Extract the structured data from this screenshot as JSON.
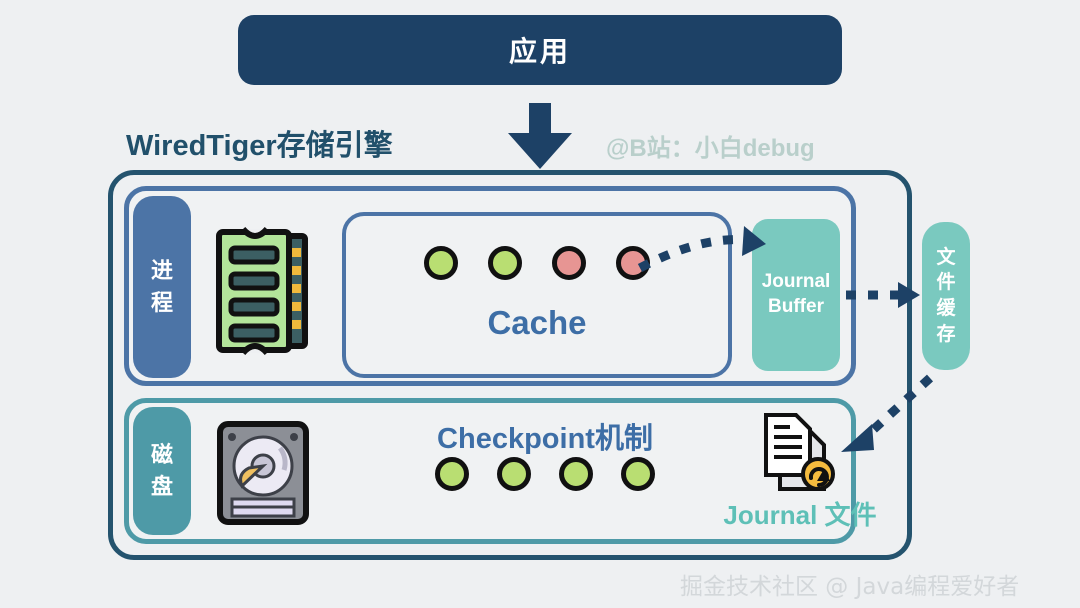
{
  "diagram": {
    "application": {
      "label": "应用",
      "bg": "#1d4166",
      "text_color": "#ffffff"
    },
    "flow_arrow": {
      "name": "application-to-engine-arrow",
      "color": "#1d4166",
      "direction": "down"
    },
    "engine": {
      "title": "WiredTiger存储引擎",
      "title_color": "#21506b",
      "border_color": "#24536e"
    },
    "credit": {
      "text": "@B站：小白debug",
      "color": "#b9cfcb"
    },
    "process_row": {
      "side_label_lines": [
        "进",
        "程"
      ],
      "side_label_text": "进程",
      "accent": "#4c74a6",
      "ram_icon": "ram-memory-icon",
      "cache": {
        "label": "Cache",
        "label_color": "#3d6ea6",
        "border_color": "#4c74a6",
        "dots": [
          {
            "state": "clean",
            "color": "#b9de72"
          },
          {
            "state": "clean",
            "color": "#b9de72"
          },
          {
            "state": "dirty",
            "color": "#e79593"
          },
          {
            "state": "dirty",
            "color": "#e79593"
          }
        ]
      },
      "journal_buffer": {
        "line1": "Journal",
        "line2": "Buffer",
        "bg": "#7ac9bf",
        "text_color": "#ffffff"
      }
    },
    "file_cache": {
      "label_lines": [
        "文",
        "件",
        "缓",
        "存"
      ],
      "label_text": "文件缓存",
      "bg": "#7ac9bf",
      "text_color": "#ffffff"
    },
    "disk_row": {
      "side_label_lines": [
        "磁",
        "盘"
      ],
      "side_label_text": "磁盘",
      "accent": "#4e9aa7",
      "hdd_icon": "hard-disk-icon",
      "checkpoint": {
        "label": "Checkpoint机制",
        "label_color": "#3d6ea6",
        "dots": [
          {
            "state": "persisted",
            "color": "#b9de72"
          },
          {
            "state": "persisted",
            "color": "#b9de72"
          },
          {
            "state": "persisted",
            "color": "#b9de72"
          },
          {
            "state": "persisted",
            "color": "#b9de72"
          }
        ]
      },
      "journal_file": {
        "label": "Journal 文件",
        "label_color": "#5ec0b7",
        "icon": "document-sync-icon",
        "badge_color": "#f5bb3e"
      }
    },
    "connectors": [
      {
        "name": "cache-to-journal-buffer",
        "style": "dotted",
        "color": "#1d4166"
      },
      {
        "name": "journal-buffer-to-file-cache",
        "style": "dotted",
        "color": "#1d4166"
      },
      {
        "name": "file-cache-to-journal-file",
        "style": "dotted",
        "color": "#1d4166"
      }
    ],
    "watermark": {
      "text": "掘金技术社区 @ Java编程爱好者",
      "color": "#d3d7da"
    },
    "background": "#eef0f2"
  }
}
